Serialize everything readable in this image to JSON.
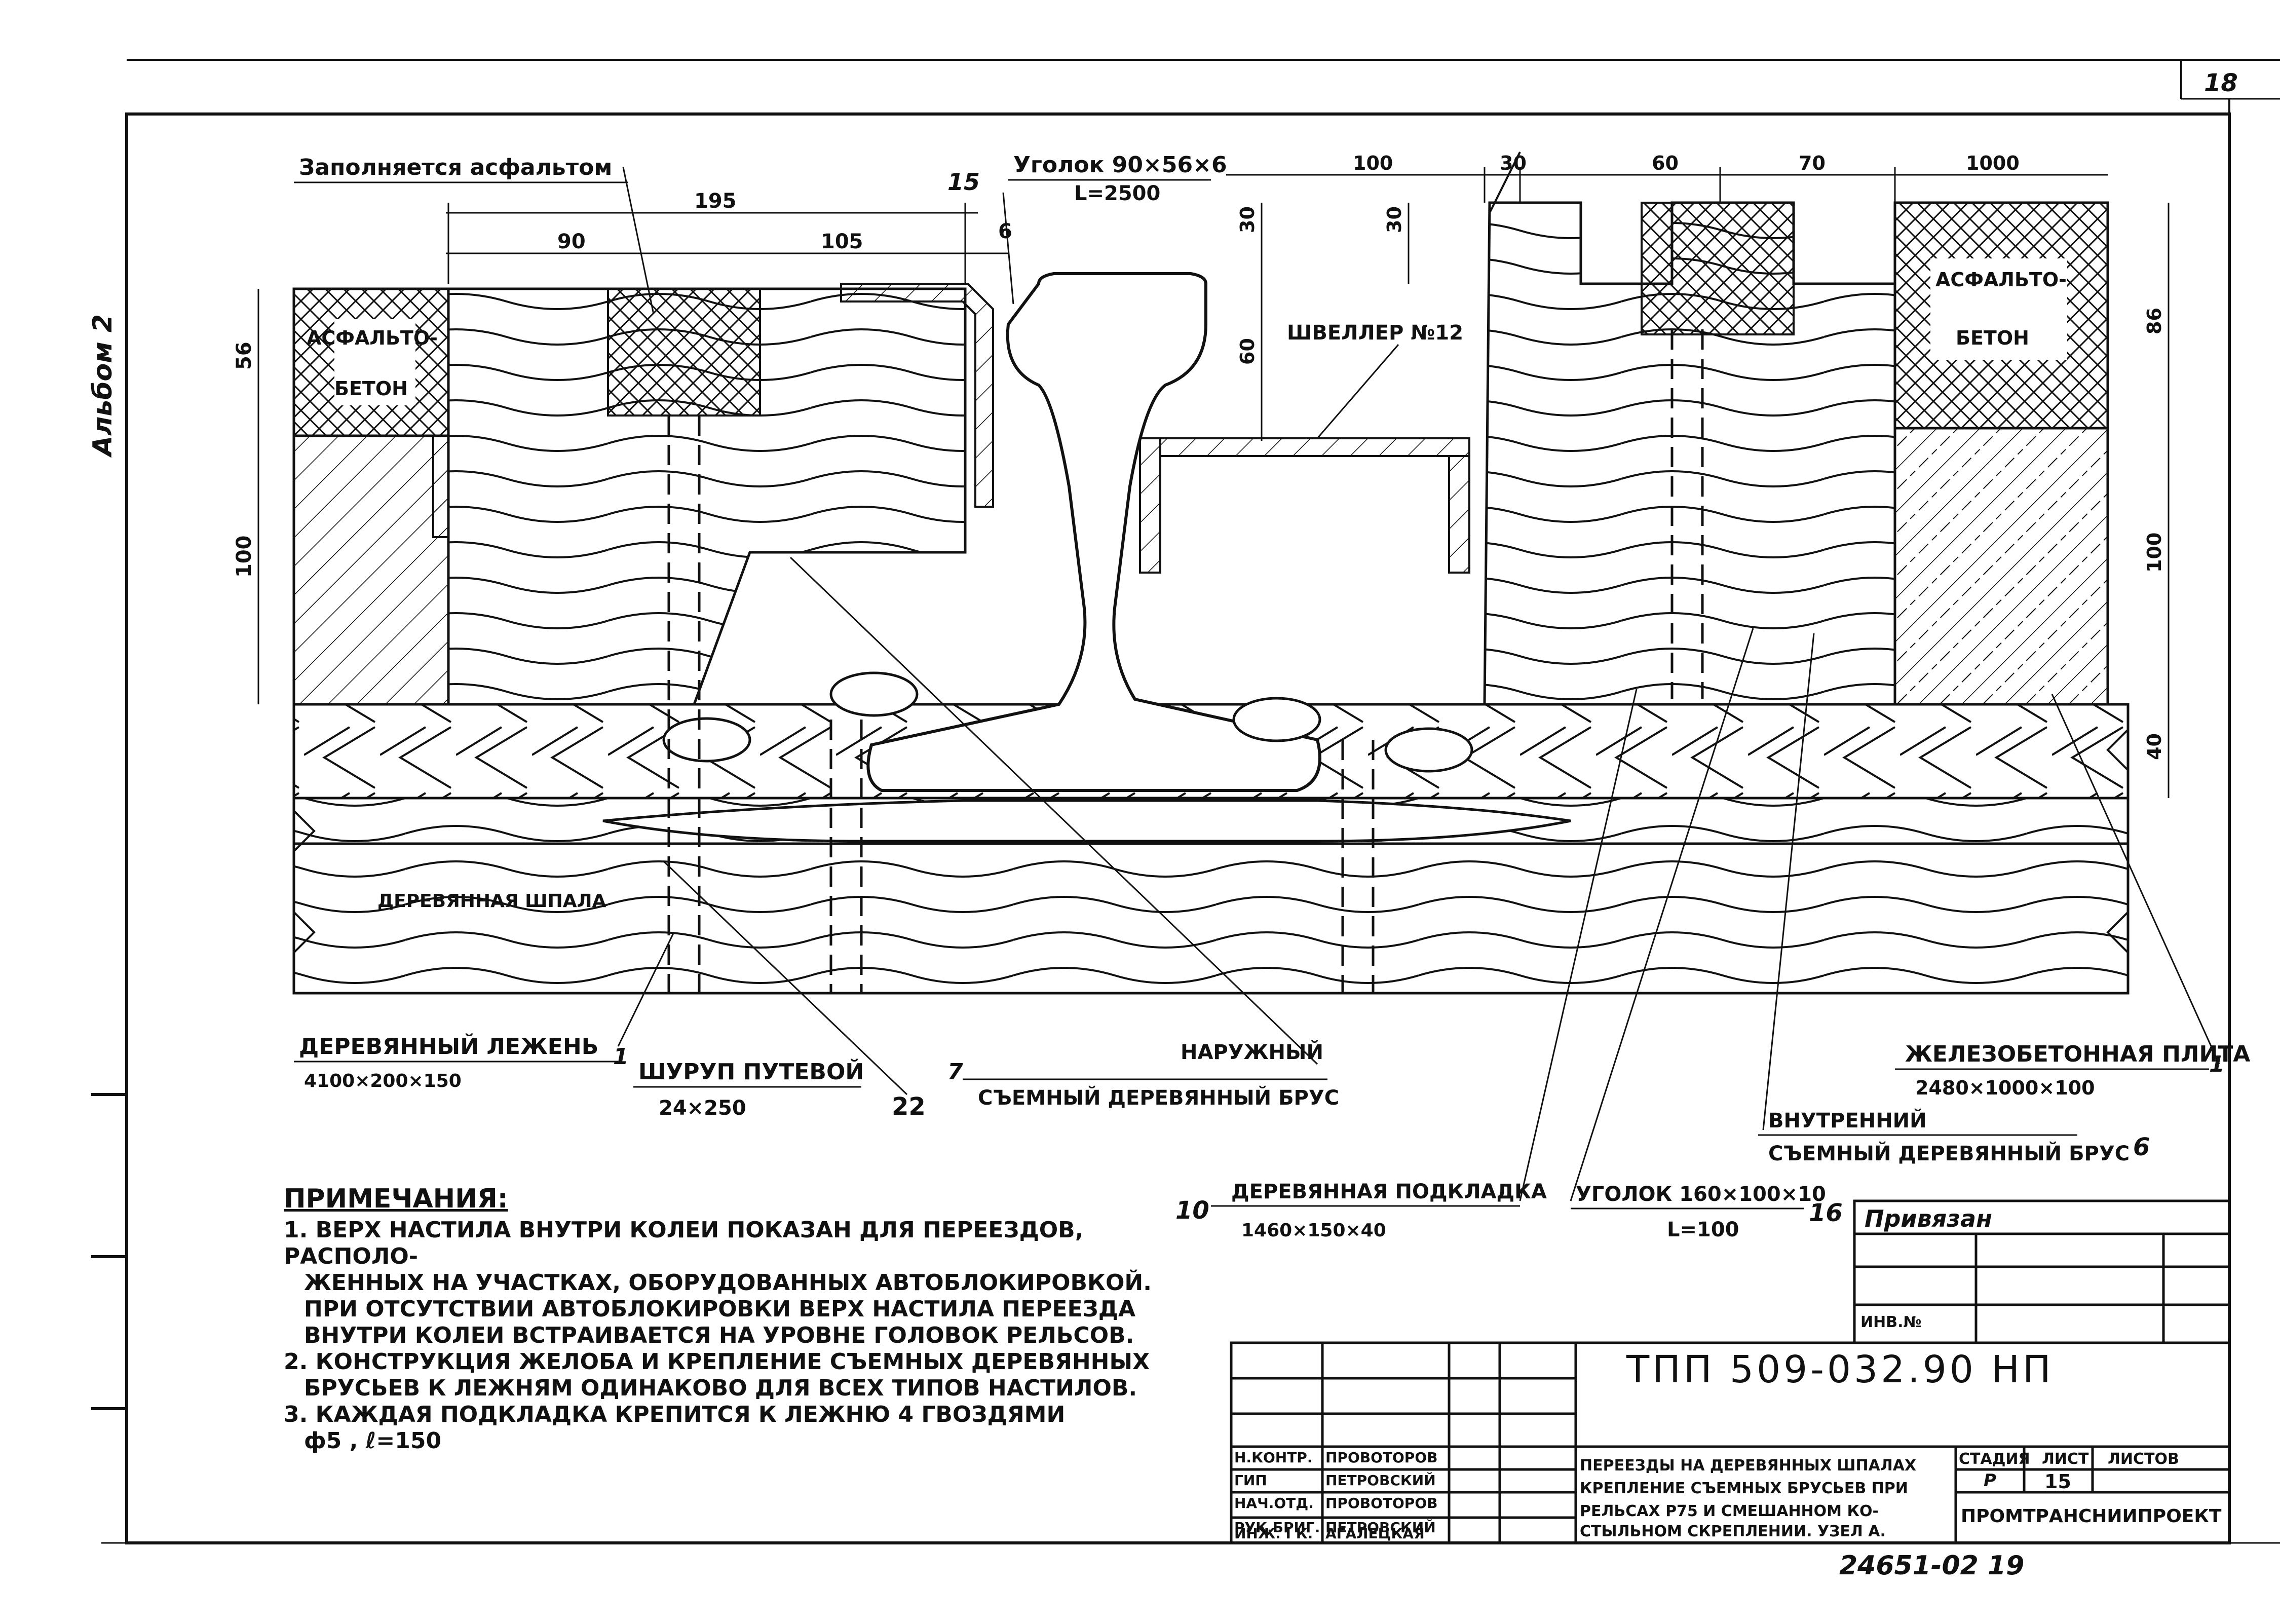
{
  "sheet_corner_number": "18",
  "album_label": "Альбом 2",
  "labels": {
    "fill_asphalt": "Заполняется асфальтом",
    "item_15": "15",
    "angle_90": "Уголок 90×56×6",
    "angle_90_len": "L=2500",
    "asphalt_concrete_left": [
      "АСФАЛЬТО-",
      "БЕТОН"
    ],
    "asphalt_concrete_right": [
      "АСФАЛЬТО-",
      "БЕТОН"
    ],
    "channel": "ШВЕЛЛЕР №12",
    "wooden_sleeper": "ДЕРЕВЯННАЯ ШПАЛА",
    "wooden_bearer": "ДЕРЕВЯННЫЙ ЛЕЖЕНЬ",
    "wooden_bearer_size": "4100×200×150",
    "item_1_left": "1",
    "screw": "ШУРУП ПУТЕВОЙ",
    "screw_size": "24×250",
    "item_22": "22",
    "item_7": "7",
    "outer_beam_1": "НАРУЖНЫЙ",
    "outer_beam_2": "СЪЕМНЫЙ ДЕРЕВЯННЫЙ БРУС",
    "rc_slab": "ЖЕЛЕЗОБЕТОННАЯ ПЛИТА",
    "rc_slab_size": "2480×1000×100",
    "item_1_right": "1",
    "inner_beam_1": "ВНУТРЕННИЙ",
    "inner_beam_2": "СЪЕМНЫЙ ДЕРЕВЯННЫЙ БРУС",
    "item_6": "6",
    "item_10": "10",
    "pad": "ДЕРЕВЯННАЯ ПОДКЛАДКА",
    "pad_size": "1460×150×40",
    "angle_160": "УГОЛОК 160×100×10",
    "angle_160_len": "L=100",
    "item_16": "16"
  },
  "dimensions": {
    "d195": "195",
    "d90": "90",
    "d105": "105",
    "d6": "6",
    "d56": "56",
    "d100_left": "100",
    "d100_top": "100",
    "d30_top": "30",
    "d60_top": "60",
    "d70_top": "70",
    "d1000_top": "1000",
    "d30_v1": "30",
    "d30_v2": "30",
    "d60_v": "60",
    "d86": "86",
    "d100_right": "100",
    "d40": "40"
  },
  "notes": {
    "heading": "ПРИМЕЧАНИЯ:",
    "items": [
      "1. ВЕРХ НАСТИЛА ВНУТРИ КОЛЕИ ПОКАЗАН ДЛЯ ПЕРЕЕЗДОВ, РАСПОЛО-",
      "ЖЕННЫХ НА УЧАСТКАХ, ОБОРУДОВАННЫХ АВТОБЛОКИРОВКОЙ.",
      "ПРИ ОТСУТСТВИИ АВТОБЛОКИРОВКИ ВЕРХ НАСТИЛА ПЕРЕЕЗДА",
      "ВНУТРИ КОЛЕИ ВСТРАИВАЕТСЯ НА УРОВНЕ ГОЛОВОК РЕЛЬСОВ.",
      "2. КОНСТРУКЦИЯ ЖЕЛОБА И КРЕПЛЕНИЕ СЪЕМНЫХ ДЕРЕВЯННЫХ",
      "БРУСЬЕВ К ЛЕЖНЯМ ОДИНАКОВО ДЛЯ ВСЕХ ТИПОВ НАСТИЛОВ.",
      "3. КАЖДАЯ ПОДКЛАДКА КРЕПИТСЯ К ЛЕЖНЮ 4 ГВОЗДЯМИ",
      "ф5 , ℓ=150"
    ]
  },
  "title_block": {
    "bound": "Привязан",
    "inv_no": "ИНВ.№",
    "code": "ТПП 509-032.90 НП",
    "title_lines": [
      "ПЕРЕЕЗДЫ НА ДЕРЕВЯННЫХ ШПАЛАХ",
      "КРЕПЛЕНИЕ СЪЕМНЫХ БРУСЬЕВ ПРИ",
      "РЕЛЬСАХ Р75 И СМЕШАННОМ КО-",
      "СТЫЛЬНОМ СКРЕПЛЕНИИ. УЗЕЛ А."
    ],
    "stage_header": "СТАДИЯ",
    "sheet_header": "ЛИСТ",
    "sheets_header": "ЛИСТОВ",
    "stage": "Р",
    "sheet": "15",
    "sheets": "",
    "org": "ПРОМТРАНСНИИПРОЕКТ",
    "roles": [
      "Н.КОНТР.",
      "ГИП",
      "НАЧ.ОТД.",
      "РУК.БРИГ.",
      "ИНЖ. I К."
    ],
    "names": [
      "ПРОВОТОРОВ",
      "ПЕТРОВСКИЙ",
      "ПРОВОТОРОВ",
      "ПЕТРОВСКИЙ",
      "АГАЛЕЦКАЯ"
    ],
    "bottom_number": "24651-02 19"
  }
}
